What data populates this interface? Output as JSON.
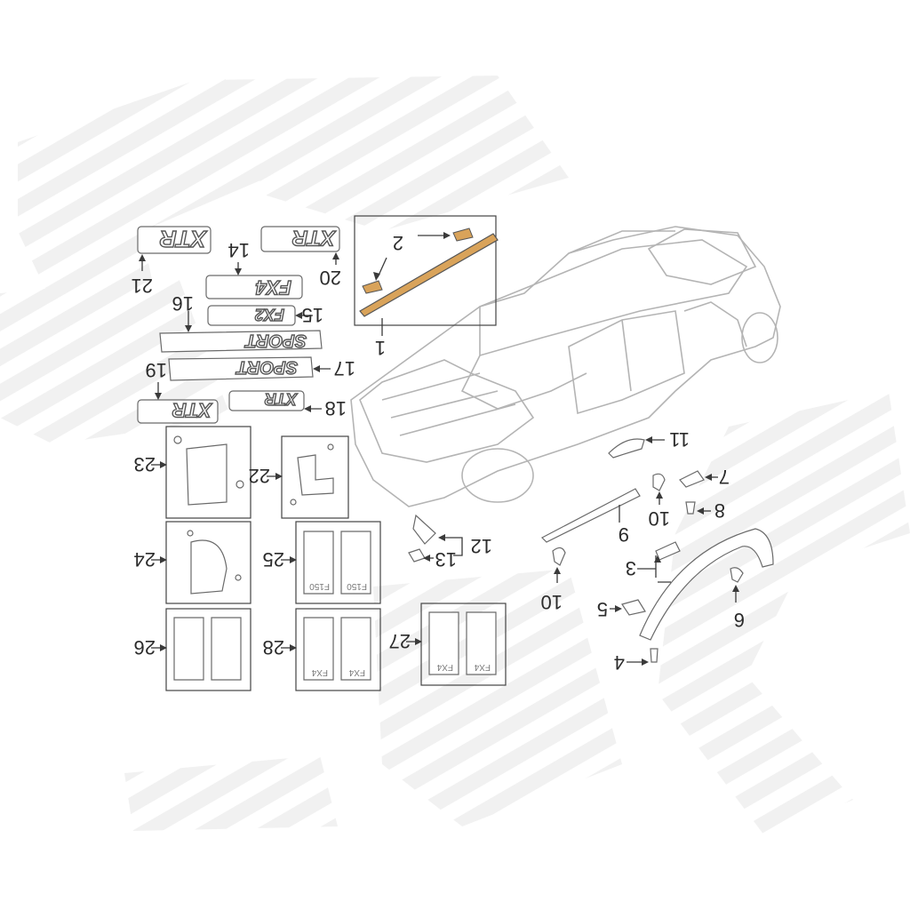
{
  "callouts": {
    "c1": "1",
    "c2": "2",
    "c3": "3",
    "c4": "4",
    "c5": "5",
    "c6": "6",
    "c7": "7",
    "c8": "8",
    "c9": "9",
    "c10a": "10",
    "c10b": "10",
    "c11": "11",
    "c12": "12",
    "c13": "13",
    "c14": "14",
    "c15": "15",
    "c16": "16",
    "c17": "17",
    "c18": "18",
    "c19": "19",
    "c20": "20",
    "c21": "21",
    "c22": "22",
    "c23": "23",
    "c24": "24",
    "c25": "25",
    "c26": "26",
    "c27": "27",
    "c28": "28"
  },
  "badges": {
    "b21": "XTR",
    "b20": "XTR",
    "b14": "FX4",
    "b15": "FX2",
    "b16": "SPORT",
    "b17": "SPORT",
    "b19": "XTR",
    "b18": "XTR"
  },
  "mudflap_labels": {
    "m25_left": "F150",
    "m25_right": "F150",
    "m28_left": "FX4",
    "m28_right": "FX4",
    "m27_left": "FX4",
    "m27_right": "FX4"
  },
  "colors": {
    "highlight_part": "#d9a35a",
    "line": "#3a3a3a",
    "truck_outline": "#b4b4b4",
    "watermark": "#ececec"
  }
}
